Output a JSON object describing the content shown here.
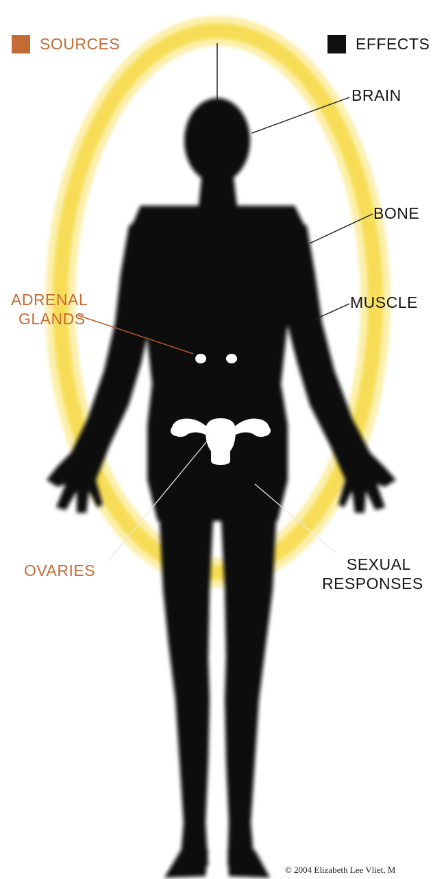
{
  "legend": {
    "sources": {
      "label": "SOURCES",
      "color": "#c46a35"
    },
    "effects": {
      "label": "EFFECTS",
      "color": "#111111"
    }
  },
  "sources": {
    "adrenal_line1": "ADRENAL",
    "adrenal_line2": "GLANDS",
    "ovaries": "OVARIES"
  },
  "effects": {
    "brain": "BRAIN",
    "bone": "BONE",
    "muscle": "MUSCLE",
    "sexual_line1": "SEXUAL",
    "sexual_line2": "RESPONSES"
  },
  "copyright": "© 2004 Elizabeth Lee Vliet, M",
  "colors": {
    "halo": "#f7de4a",
    "silhouette": "#0b0b0b",
    "organ": "#ffffff"
  }
}
